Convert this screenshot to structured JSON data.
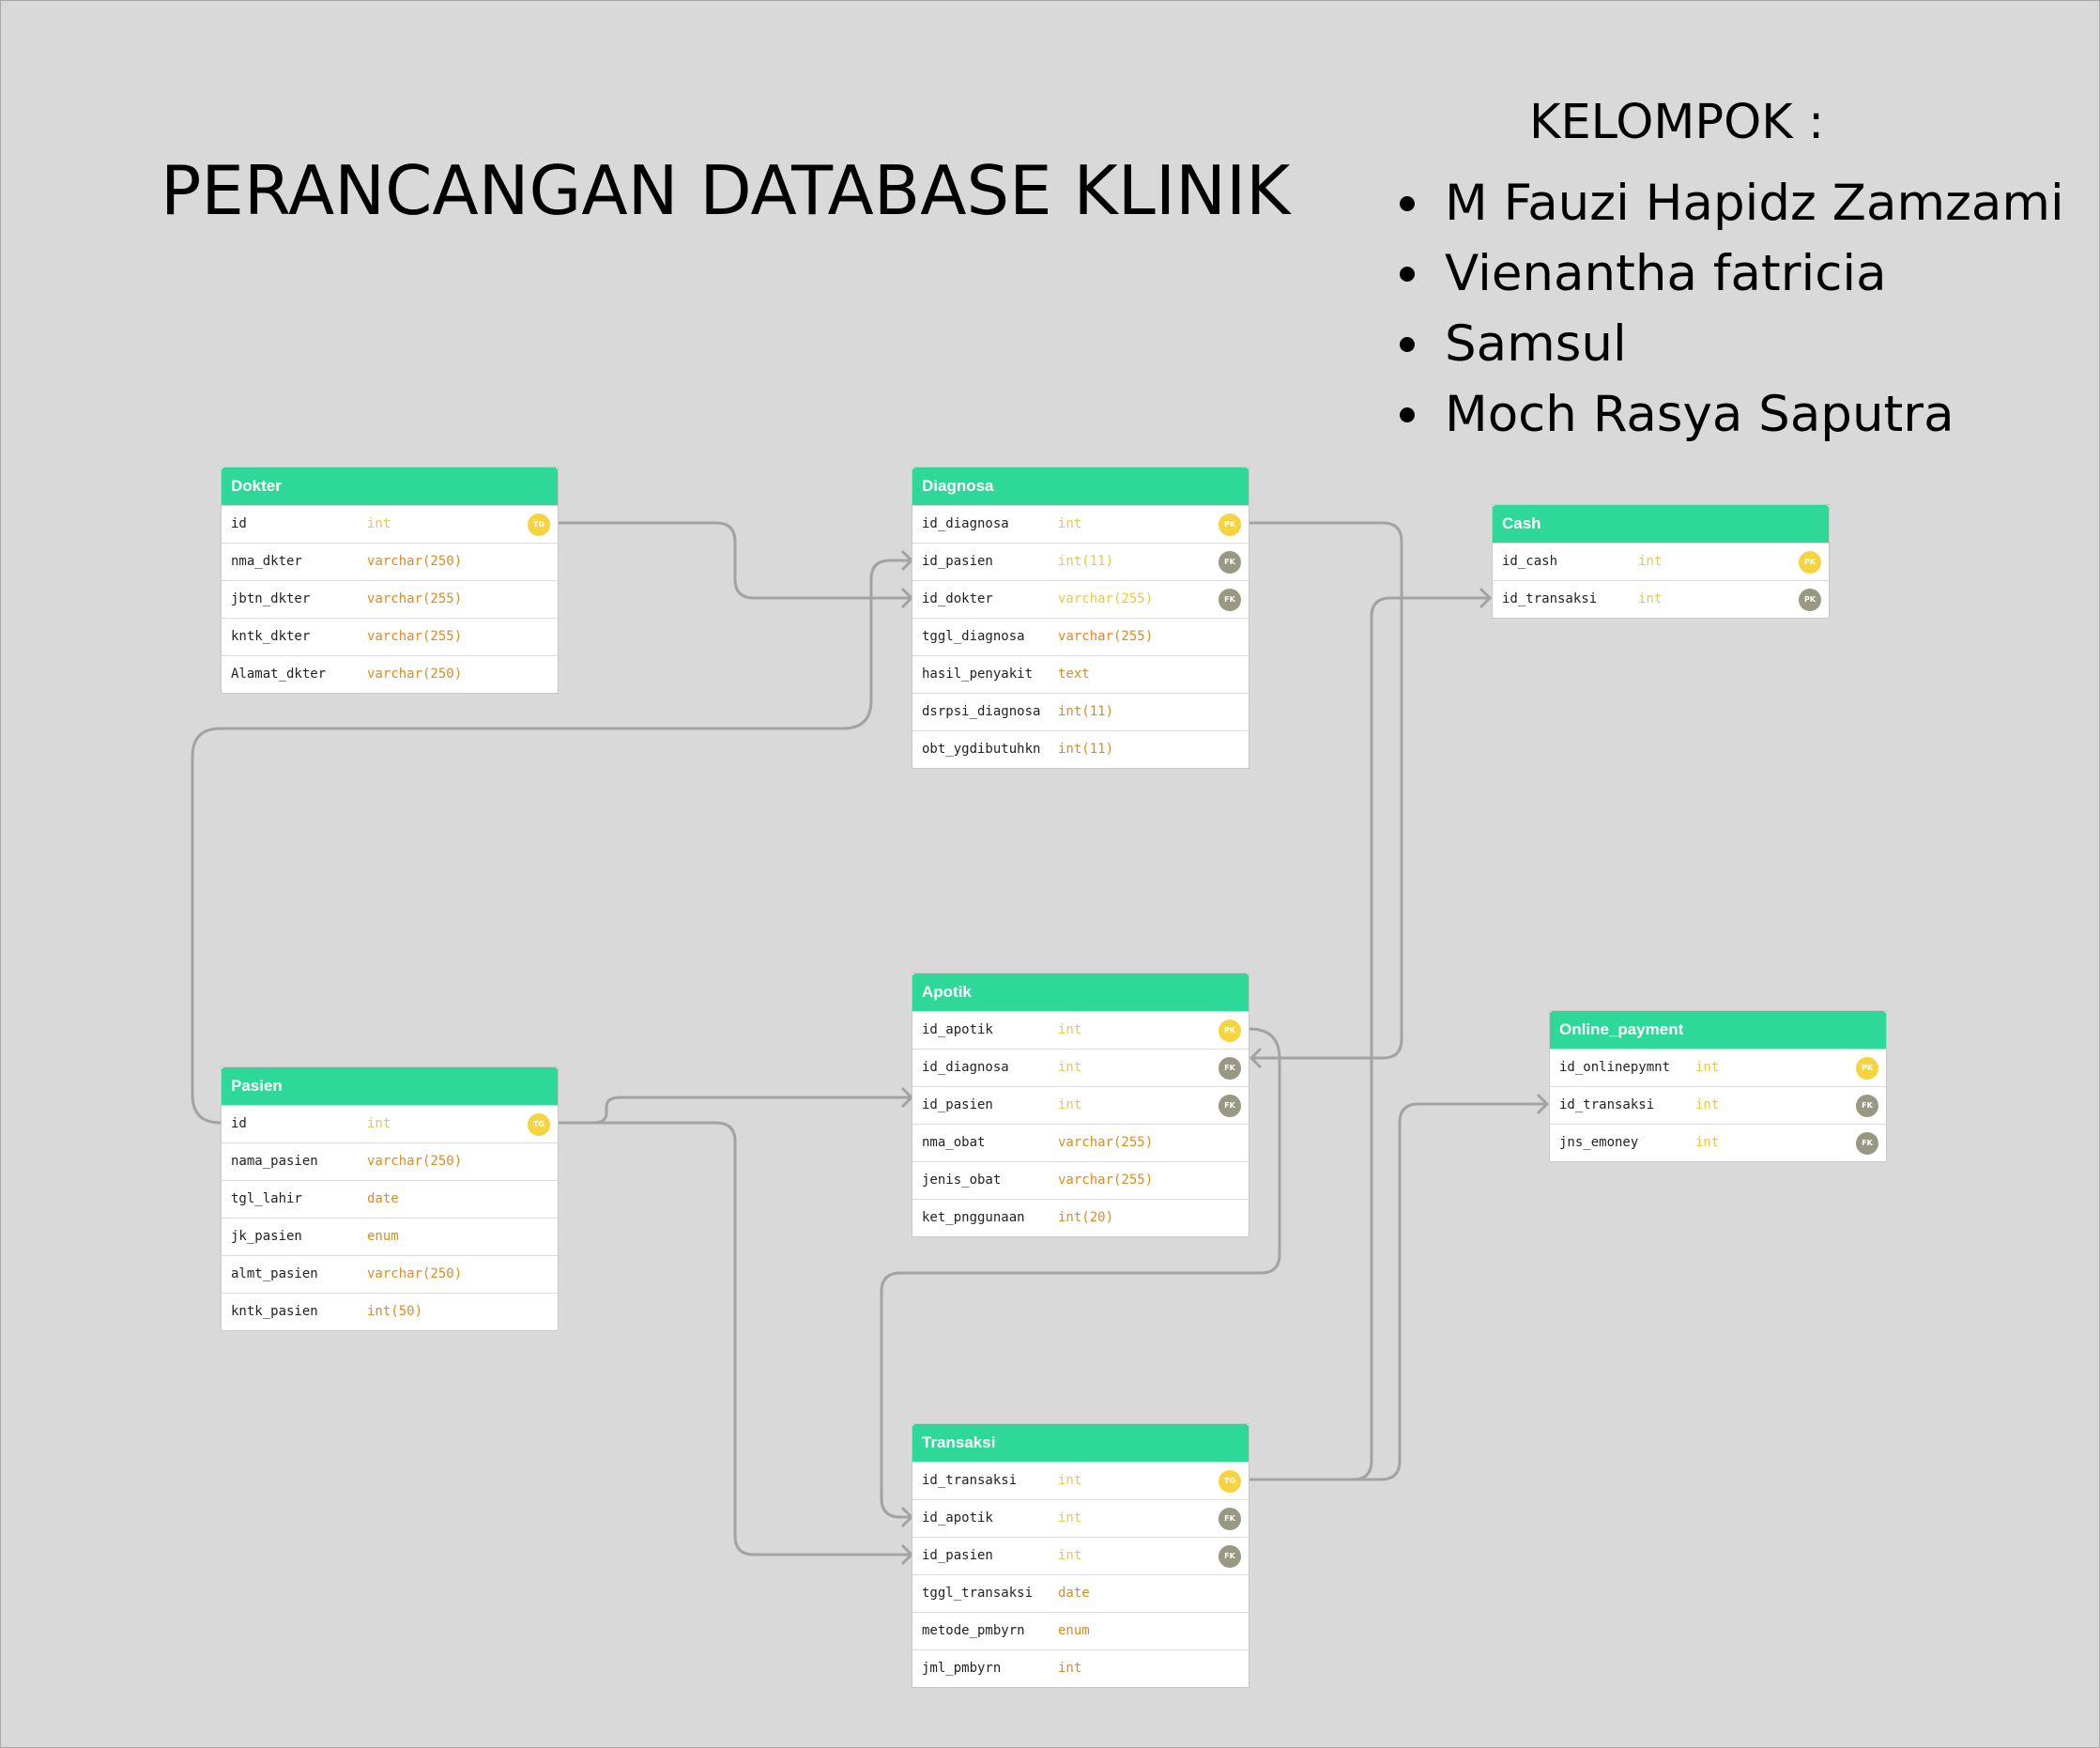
{
  "title": "PERANCANGAN DATABASE KLINIK",
  "group": {
    "heading": "KELOMPOK :",
    "members": [
      "M Fauzi Hapidz Zamzami",
      "Vienantha fatricia",
      "Samsul",
      "Moch Rasya Saputra"
    ]
  },
  "colors": {
    "background": "#d9d9d9",
    "header": "#2ed898",
    "type_text": "#e08a1e",
    "key_type_text": "#f2c53d",
    "pk_badge": "#f5d440",
    "fk_badge": "#999883",
    "connector": "#a3a3a3"
  },
  "tables": [
    {
      "name": "Dokter",
      "fields": [
        {
          "name": "id",
          "type": "int",
          "badge": "TG",
          "kind": "pk"
        },
        {
          "name": "nma_dkter",
          "type": "varchar(250)"
        },
        {
          "name": "jbtn_dkter",
          "type": "varchar(255)"
        },
        {
          "name": "kntk_dkter",
          "type": "varchar(255)"
        },
        {
          "name": "Alamat_dkter",
          "type": "varchar(250)"
        }
      ]
    },
    {
      "name": "Diagnosa",
      "fields": [
        {
          "name": "id_diagnosa",
          "type": "int",
          "badge": "PK",
          "kind": "pk"
        },
        {
          "name": "id_pasien",
          "type": "int(11)",
          "badge": "FK",
          "kind": "fk"
        },
        {
          "name": "id_dokter",
          "type": "varchar(255)",
          "badge": "FK",
          "kind": "fk"
        },
        {
          "name": "tggl_diagnosa",
          "type": "varchar(255)"
        },
        {
          "name": "hasil_penyakit",
          "type": "text"
        },
        {
          "name": "dsrpsi_diagnosa",
          "type": "int(11)"
        },
        {
          "name": "obt_ygdibutuhkn",
          "type": "int(11)"
        }
      ]
    },
    {
      "name": "Cash",
      "fields": [
        {
          "name": "id_cash",
          "type": "int",
          "badge": "PK",
          "kind": "pk"
        },
        {
          "name": "id_transaksi",
          "type": "int",
          "badge": "PK",
          "kind": "fk"
        }
      ]
    },
    {
      "name": "Pasien",
      "fields": [
        {
          "name": "id",
          "type": "int",
          "badge": "TG",
          "kind": "pk"
        },
        {
          "name": "nama_pasien",
          "type": "varchar(250)"
        },
        {
          "name": "tgl_lahir",
          "type": "date"
        },
        {
          "name": "jk_pasien",
          "type": "enum"
        },
        {
          "name": "almt_pasien",
          "type": "varchar(250)"
        },
        {
          "name": "kntk_pasien",
          "type": "int(50)"
        }
      ]
    },
    {
      "name": "Apotik",
      "fields": [
        {
          "name": "id_apotik",
          "type": "int",
          "badge": "PK",
          "kind": "pk"
        },
        {
          "name": "id_diagnosa",
          "type": "int",
          "badge": "FK",
          "kind": "fk"
        },
        {
          "name": "id_pasien",
          "type": "int",
          "badge": "FK",
          "kind": "fk"
        },
        {
          "name": "nma_obat",
          "type": "varchar(255)"
        },
        {
          "name": "jenis_obat",
          "type": "varchar(255)"
        },
        {
          "name": "ket_pnggunaan",
          "type": "int(20)"
        }
      ]
    },
    {
      "name": "Online_payment",
      "fields": [
        {
          "name": "id_onlinepymnt",
          "type": "int",
          "badge": "PK",
          "kind": "pk"
        },
        {
          "name": "id_transaksi",
          "type": "int",
          "badge": "FK",
          "kind": "fk"
        },
        {
          "name": "jns_emoney",
          "type": "int",
          "badge": "FK",
          "kind": "fk"
        }
      ]
    },
    {
      "name": "Transaksi",
      "fields": [
        {
          "name": "id_transaksi",
          "type": "int",
          "badge": "TG",
          "kind": "pk"
        },
        {
          "name": "id_apotik",
          "type": "int",
          "badge": "FK",
          "kind": "fk"
        },
        {
          "name": "id_pasien",
          "type": "int",
          "badge": "FK",
          "kind": "fk"
        },
        {
          "name": "tggl_transaksi",
          "type": "date"
        },
        {
          "name": "metode_pmbyrn",
          "type": "enum"
        },
        {
          "name": "jml_pmbyrn",
          "type": "int"
        }
      ]
    }
  ]
}
